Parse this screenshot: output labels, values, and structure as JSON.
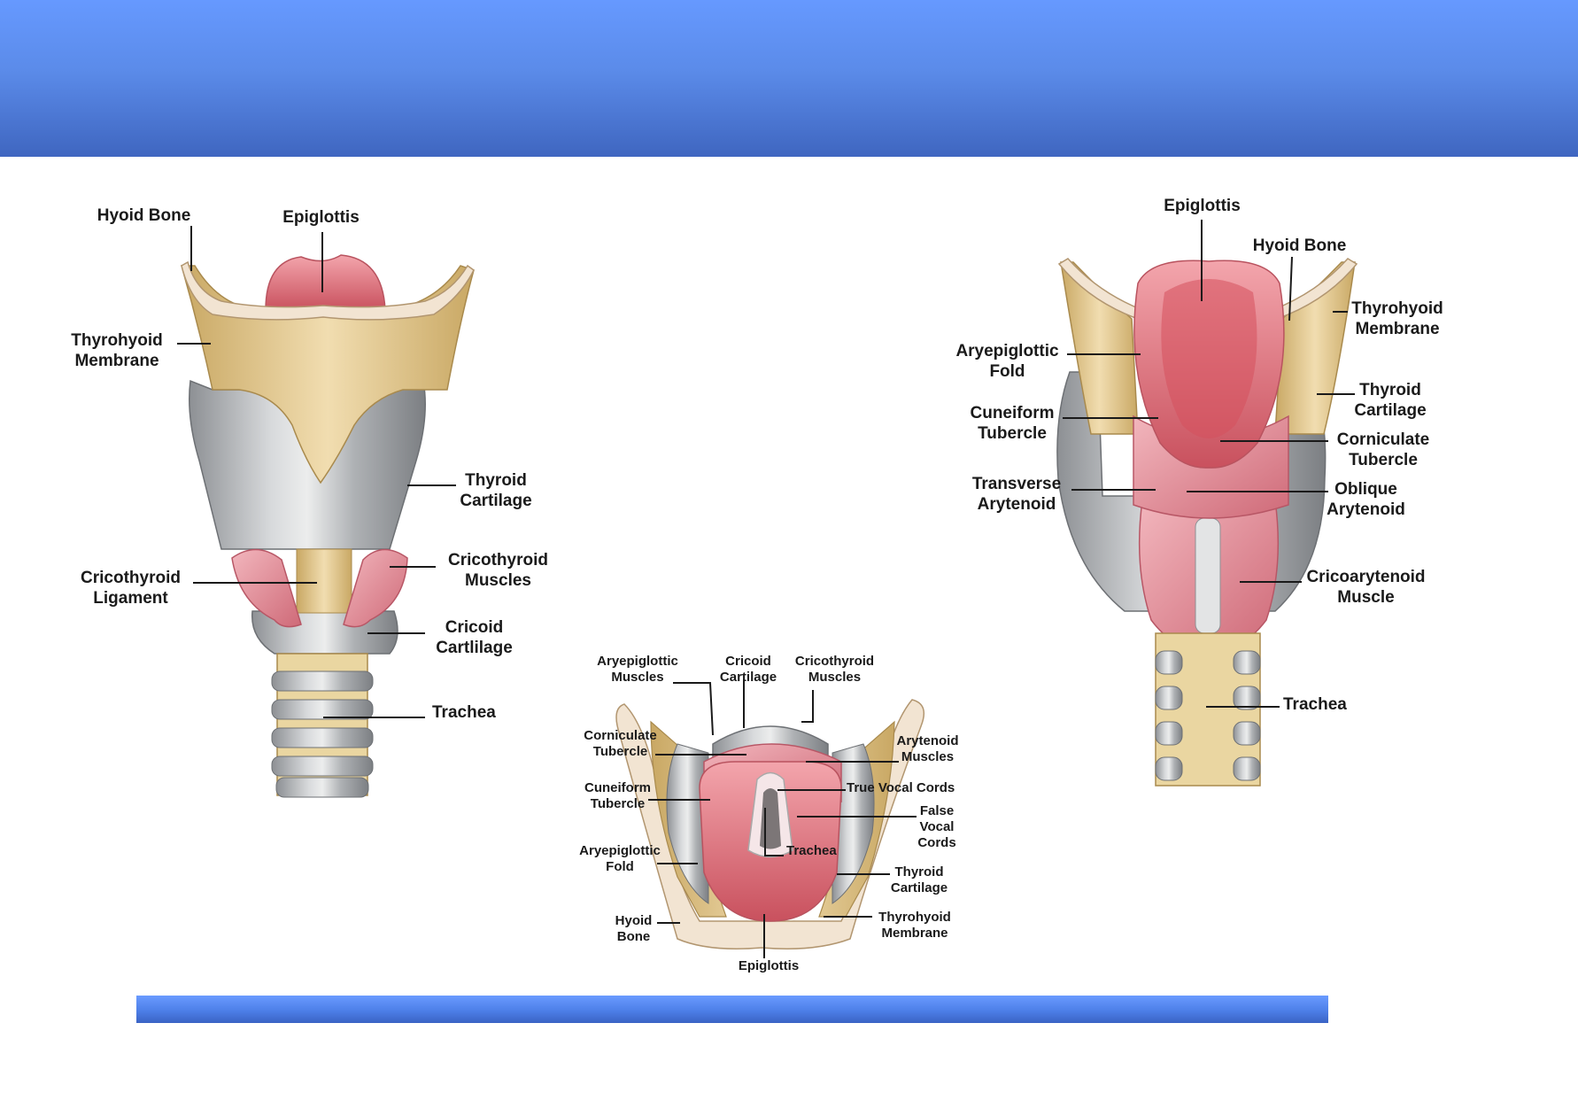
{
  "colors": {
    "header": "#5b8be9",
    "cartilage_bone": "#e2c98f",
    "cartilage_grey": "#b9bcc0",
    "muscle": "#e58e9a",
    "epiglottis": "#d9606c",
    "trachea": "#e8d39a"
  },
  "front_view": {
    "hyoid_bone": "Hyoid Bone",
    "epiglottis": "Epiglottis",
    "thyrohyoid_membrane": "Thyrohyoid\nMembrane",
    "thyroid_cartilage": "Thyroid\nCartilage",
    "cricothyroid_ligament": "Cricothyroid\nLigament",
    "cricothyroid_muscles": "Cricothyroid\nMuscles",
    "cricoid_cartilage": "Cricoid\nCartlilage",
    "trachea": "Trachea"
  },
  "top_view": {
    "aryepiglottic_muscles": "Aryepiglottic\nMuscles",
    "cricoid_cartilage": "Cricoid\nCartilage",
    "cricothyroid_muscles": "Cricothyroid\nMuscles",
    "corniculate_tubercle": "Corniculate\nTubercle",
    "arytenoid_muscles": "Arytenoid\nMuscles",
    "cuneiform_tubercle": "Cuneiform\nTubercle",
    "true_vocal_cords": "True Vocal Cords",
    "false_vocal_cords": "False\nVocal\nCords",
    "trachea": "Trachea",
    "aryepiglottic_fold": "Aryepiglottic\nFold",
    "thyroid_cartilage": "Thyroid\nCartilage",
    "hyoid_bone": "Hyoid\nBone",
    "thyrohyoid_membrane": "Thyrohyoid\nMembrane",
    "epiglottis": "Epiglottis"
  },
  "back_view": {
    "epiglottis": "Epiglottis",
    "hyoid_bone": "Hyoid Bone",
    "thyrohyoid_membrane": "Thyrohyoid\nMembrane",
    "aryepiglottic_fold": "Aryepiglottic\nFold",
    "thyroid_cartilage": "Thyroid\nCartilage",
    "cuneiform_tubercle": "Cuneiform\nTubercle",
    "corniculate_tubercle": "Corniculate\nTubercle",
    "transverse_arytenoid": "Transverse\nArytenoid",
    "oblique_arytenoid": "Oblique\nArytenoid",
    "cricoarytenoid_muscle": "Cricoarytenoid\nMuscle",
    "trachea": "Trachea"
  }
}
